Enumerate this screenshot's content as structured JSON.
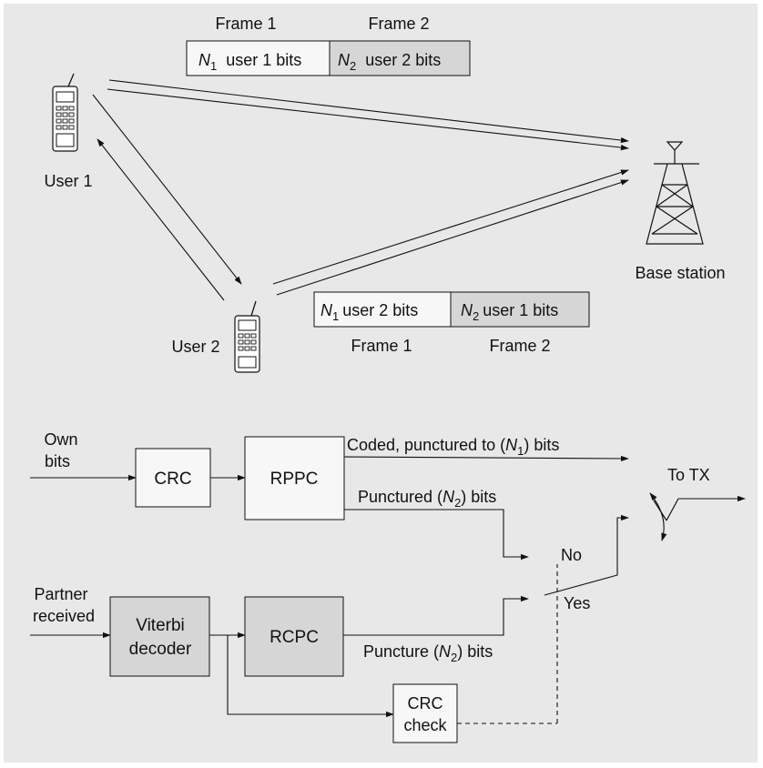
{
  "top": {
    "frame1_header": "Frame 1",
    "frame2_header": "Frame 2",
    "user1_frame_cells": [
      {
        "sym": "N",
        "sub": "1",
        "text": "user 1 bits"
      },
      {
        "sym": "N",
        "sub": "2",
        "text": "user 2 bits"
      }
    ],
    "user2_frame_cells": [
      {
        "sym": "N",
        "sub": "1",
        "text": "user 2 bits"
      },
      {
        "sym": "N",
        "sub": "2",
        "text": "user 1 bits"
      }
    ],
    "frame1_footer": "Frame 1",
    "frame2_footer": "Frame 2",
    "user1_label": "User 1",
    "user2_label": "User 2",
    "base_station_label": "Base station"
  },
  "bottom": {
    "own_bits_line1": "Own",
    "own_bits_line2": "bits",
    "crc_block": "CRC",
    "rppc_block": "RPPC",
    "coded_label_pre": "Coded, punctured to (",
    "coded_label_sym": "N",
    "coded_label_sub": "1",
    "coded_label_post": ") bits",
    "punctured_label_pre": "Punctured (",
    "punctured_label_sym": "N",
    "punctured_label_sub": "2",
    "punctured_label_post": ") bits",
    "to_tx_label": "To TX",
    "no_label": "No",
    "yes_label": "Yes",
    "partner_line1": "Partner",
    "partner_line2": "received",
    "viterbi_line1": "Viterbi",
    "viterbi_line2": "decoder",
    "rcpc_block": "RCPC",
    "puncture_label_pre": "Puncture (",
    "puncture_label_sym": "N",
    "puncture_label_sub": "2",
    "puncture_label_post": ") bits",
    "crc_check_line1": "CRC",
    "crc_check_line2": "check"
  },
  "colors": {
    "panel_bg": "#e8e8e8",
    "light_box": "#f7f7f7",
    "dark_box": "#d6d6d6",
    "line": "#111111"
  }
}
